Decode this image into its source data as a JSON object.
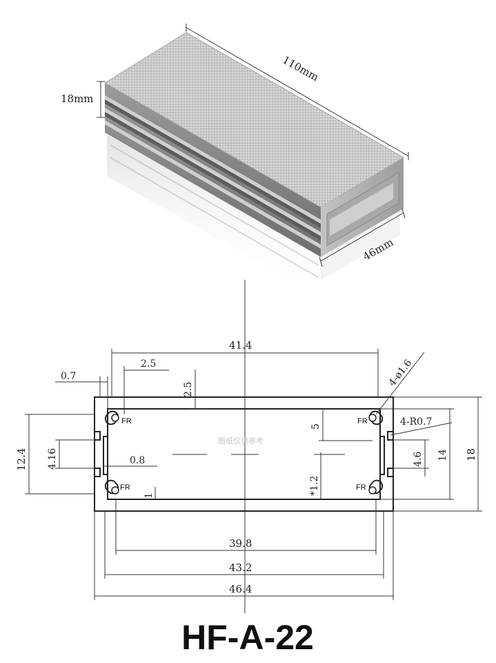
{
  "photo": {
    "length_label": "110mm",
    "height_label": "18mm",
    "width_label": "46mm"
  },
  "drawing": {
    "dim_41_4": "41.4",
    "dim_2_5_h": "2.5",
    "dim_2_5_v": "2.5",
    "dim_0_7": "0.7",
    "dim_hole": "4-ø1.6",
    "dim_radius": "4-R0.7",
    "dim_5": "5",
    "dim_4_6": "4.6",
    "dim_14": "14",
    "dim_18": "18",
    "dim_12_4": "12.4",
    "dim_4_16": "4.16",
    "dim_0_8": "0.8",
    "dim_1_2": "*1.2",
    "dim_1": "1",
    "dim_39_8": "39.8",
    "dim_43_2": "43.2",
    "dim_46_4": "46.4",
    "fr_label": "FR",
    "watermark": "图纸仅供参考"
  },
  "model_name": "HF-A-22",
  "colors": {
    "aluminum_light": "#d9d9d9",
    "aluminum_mid": "#b4b4b4",
    "aluminum_dark": "#7c7c7c",
    "line": "#333333"
  }
}
